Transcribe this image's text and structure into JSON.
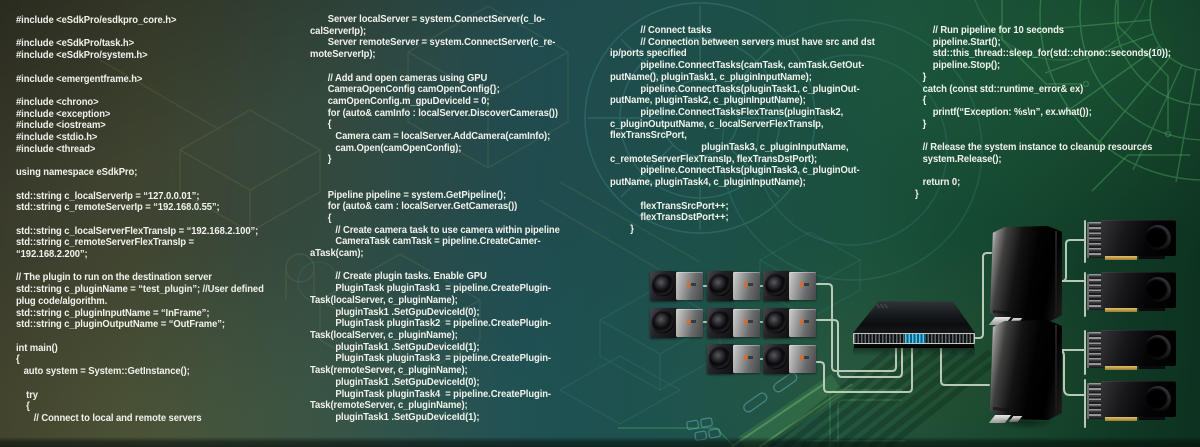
{
  "code": {
    "column1": [
      "#include <eSdkPro/esdkpro_core.h>",
      "",
      "#include <eSdkPro/task.h>",
      "#include <eSdkPro/system.h>",
      "",
      "#include <emergentframe.h>",
      "",
      "#include <chrono>",
      "#include <exception>",
      "#include <iostream>",
      "#include <stdio.h>",
      "#include <thread>",
      "",
      "using namespace eSdkPro;",
      "",
      "std::string c_localServerIp = “127.0.0.01”;",
      "std::string c_remoteServerIp = “192.168.0.55”;",
      "",
      "std::string c_localServerFlexTransIp = “192.168.2.100”;",
      "std::string c_remoteServerFlexTransIp =",
      "“192.168.2.200”;",
      "",
      "// The plugin to run on the destination server",
      "std::string c_pluginName = “test_plugin”; //User defined",
      "plug code/algorithm.",
      "std::string c_pluginInputName = “InFrame”;",
      "std::string c_pluginOutputName = “OutFrame”;",
      "",
      "int main()",
      "{",
      "   auto system = System::GetInstance();",
      "",
      "    try",
      "    {",
      "       // Connect to local and remote servers"
    ],
    "column2": [
      "       Server localServer = system.ConnectServer(c_lo-",
      "calServerIp);",
      "       Server remoteServer = system.ConnectServer(c_re-",
      "moteServerIp);",
      "",
      "       // Add and open cameras using GPU",
      "       CameraOpenConfig camOpenConfig{};",
      "       camOpenConfig.m_gpuDeviceId = 0;",
      "       for (auto& camInfo : localServer.DiscoverCameras())",
      "       {",
      "          Camera cam = localServer.AddCamera(camInfo);",
      "          cam.Open(camOpenConfig);",
      "       }",
      "",
      "",
      "       Pipeline pipeline = system.GetPipeline();",
      "       for (auto& cam : localServer.GetCameras())",
      "       {",
      "          // Create camera task to use camera within pipeline",
      "          CameraTask camTask = pipeline.CreateCamer-",
      "aTask(cam);",
      "",
      "          // Create plugin tasks. Enable GPU",
      "          PluginTask pluginTask1  = pipeline.CreatePlugin-",
      "Task(localServer, c_pluginName);",
      "          pluginTask1 .SetGpuDeviceId(0);",
      "          PluginTask pluginTask2  = pipeline.CreatePlugin-",
      "Task(localServer, c_pluginName);",
      "          pluginTask1 .SetGpuDeviceId(1);",
      "          PluginTask pluginTask3  = pipeline.CreatePlugin-",
      "Task(remoteServer, c_pluginName);",
      "          pluginTask1 .SetGpuDeviceId(0);",
      "          PluginTask pluginTask4  = pipeline.CreatePlugin-",
      "Task(remoteServer, c_pluginName);",
      "          pluginTask1 .SetGpuDeviceId(1);"
    ],
    "column3": [
      "            // Connect tasks",
      "            // Connection between servers must have src and dst",
      "ip/ports specified",
      "            pipeline.ConnectTasks(camTask, camTask.GetOut-",
      "putName(), pluginTask1, c_pluginInputName);",
      "            pipeline.ConnectTasks(pluginTask1, c_pluginOut-",
      "putName, pluginTask2, c_pluginInputName);",
      "            pipeline.ConnectTasksFlexTrans(pluginTask2,",
      "c_pluginOutputName, c_localServerFlexTransIp,",
      "flexTransSrcPort,",
      "                                    pluginTask3, c_pluginInputName,",
      "c_remoteServerFlexTransIp, flexTransDstPort);",
      "            pipeline.ConnectTasks(pluginTask3, c_pluginOut-",
      "putName, pluginTask4, c_pluginInputName);",
      "",
      "            flexTransSrcPort++;",
      "            flexTransDstPort++;",
      "        }"
    ],
    "column4": [
      "       // Run pipeline for 10 seconds",
      "       pipeline.Start();",
      "       std::this_thread::sleep_for(std::chrono::seconds(10));",
      "       pipeline.Stop();",
      "   }",
      "   catch (const std::runtime_error& ex)",
      "   {",
      "       printf(“Exception: %s\\n”, ex.what());",
      "   }",
      "",
      "   // Release the system instance to cleanup resources",
      "   system.Release();",
      "",
      "   return 0;",
      "}"
    ]
  },
  "diagram": {
    "cameras": {
      "count": 8,
      "rows": [
        3,
        3,
        2
      ],
      "logo_icon": "emergent-logo",
      "logo_color": "#e06a28"
    },
    "switch": {
      "count": 1,
      "active_ports_color": "#4ec7ef"
    },
    "servers": {
      "count": 2
    },
    "gpus": {
      "count": 4,
      "pcie_connector_color": "#d4b35a"
    },
    "cable_color": "#c6d5c2"
  },
  "background": {
    "left_tint": "#3f4430",
    "middle_tint": "#1d4f48",
    "right_tint": "#0f3824",
    "circuit_line_colors": {
      "olive": "#a9b168",
      "teal": "#57a7af",
      "green": "#4fae62",
      "cyan_pads": "#6fc0d4"
    }
  }
}
